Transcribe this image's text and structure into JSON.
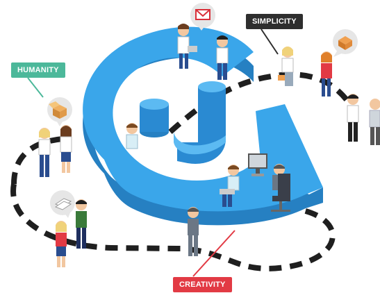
{
  "labels": {
    "humanity": "HUMANITY",
    "simplicity": "SIMPLICITY",
    "creativity": "CREATIVITY"
  },
  "icons": {
    "mail": "envelope-icon",
    "box": "open-box-icon",
    "package": "package-icon",
    "document": "document-stack-icon"
  },
  "colors": {
    "logo_blue": "#3aa6ea",
    "logo_blue_dark": "#2680c2",
    "path_dash": "#1f1f1f",
    "humanity": "#4cb89a",
    "simplicity": "#2e2e2e",
    "creativity": "#e23a44",
    "bubble": "#e6e6e6"
  }
}
